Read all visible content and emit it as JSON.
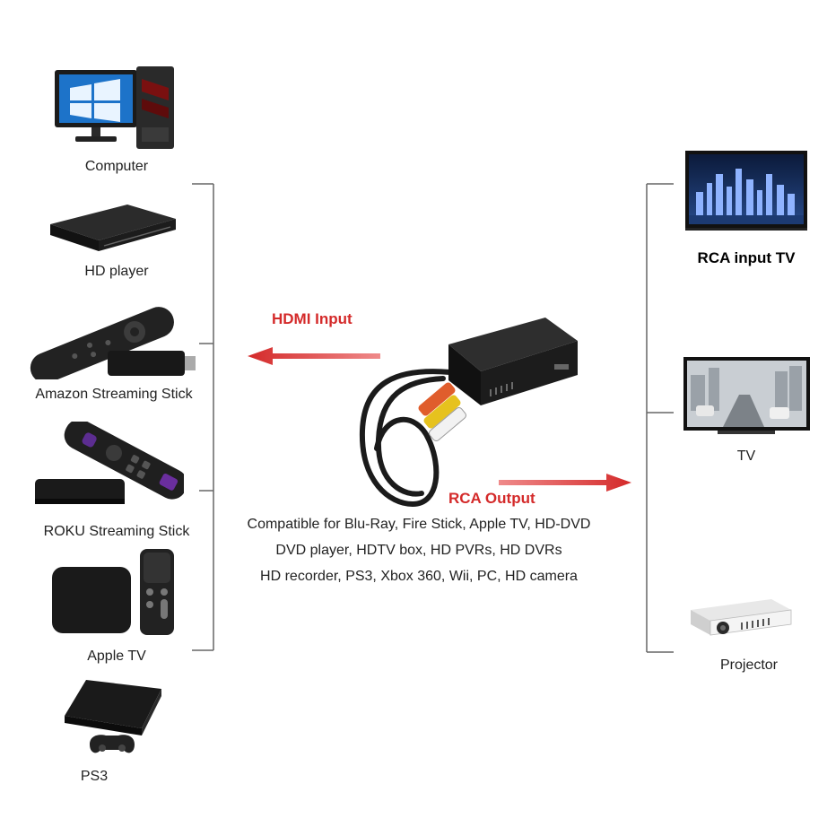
{
  "sources": [
    {
      "label": "Computer",
      "icon": "computer-icon"
    },
    {
      "label": "HD player",
      "icon": "hd-player-icon"
    },
    {
      "label": "Amazon Streaming Stick",
      "icon": "fire-stick-icon"
    },
    {
      "label": "ROKU Streaming Stick",
      "icon": "roku-icon"
    },
    {
      "label": "Apple TV",
      "icon": "apple-tv-icon"
    },
    {
      "label": "PS3",
      "icon": "ps3-icon"
    }
  ],
  "outputs": [
    {
      "label": "RCA input TV",
      "icon": "rca-tv-icon"
    },
    {
      "label": "TV",
      "icon": "tv-icon"
    },
    {
      "label": "Projector",
      "icon": "projector-icon"
    }
  ],
  "hdmi_label": "HDMI Input",
  "rca_label": "RCA Output",
  "compatibility": [
    "Compatible for Blu-Ray, Fire Stick, Apple TV, HD-DVD",
    "DVD player, HDTV box, HD PVRs, HD DVRs",
    "HD recorder, PS3, Xbox 360, Wii, PC, HD camera"
  ],
  "colors": {
    "arrow": "#d42a2a",
    "bracket": "#666666",
    "device": "#1e1e1e"
  }
}
